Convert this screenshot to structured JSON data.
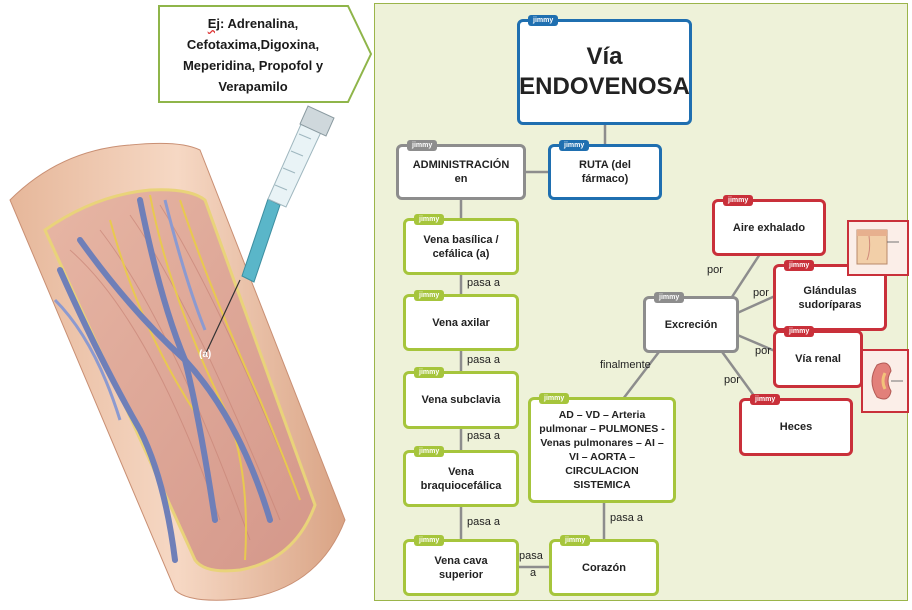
{
  "callout": {
    "line1_prefix": "Ej",
    "line1_rest": ": Adrenalina,",
    "line2": "Cefotaxima,Digoxina,",
    "line3": "Meperidina, Propofol y",
    "line4": "Verapamilo"
  },
  "illustration": {
    "marker_label": "(a)"
  },
  "tag_label": "jimmy",
  "nodes": {
    "title_line1": "Vía",
    "title_line2": "ENDOVENOSA",
    "ruta": "RUTA (del fármaco)",
    "administracion": "ADMINISTRACIÓN en",
    "basilica": "Vena basílica / cefálica (a)",
    "axilar": "Vena axilar",
    "subclavia": "Vena subclavia",
    "braquiocefalica": "Vena braquiocefálica",
    "cava": "Vena cava superior",
    "corazon": "Corazón",
    "circulacion": "AD – VD – Arteria pulmonar – PULMONES - Venas pulmonares – AI – VI – AORTA – CIRCULACION SISTEMICA",
    "excrecion": "Excreción",
    "aire": "Aire exhalado",
    "glandulas": "Glándulas sudoríparas",
    "renal": "Vía renal",
    "heces": "Heces"
  },
  "connectors": {
    "pasa_a": "pasa a",
    "pasa": "pasa",
    "a": "a",
    "finalmente": "finalmente",
    "por": "por"
  },
  "colors": {
    "blue": "#1f6fb0",
    "gray": "#8d8d8d",
    "green": "#a6c53c",
    "red": "#c9303a",
    "panel": "#eef2d9"
  }
}
